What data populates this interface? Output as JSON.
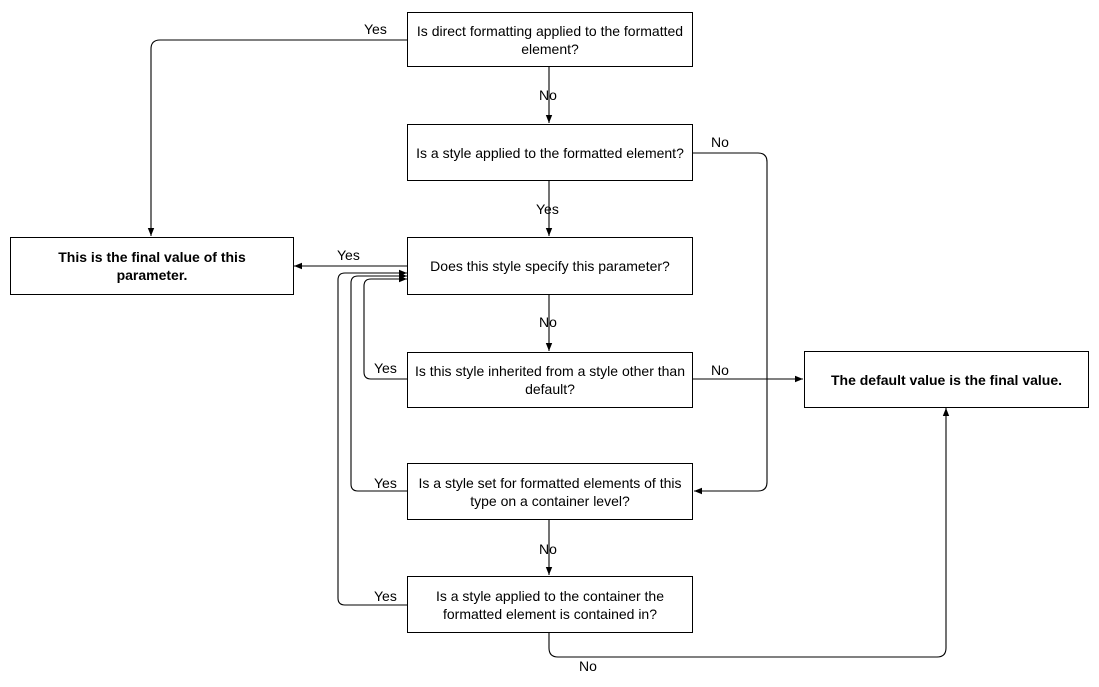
{
  "nodes": {
    "q_direct": "Is direct formatting applied to the formatted element?",
    "q_style_applied": "Is a style applied to the formatted element?",
    "q_specify": "Does this style specify this parameter?",
    "q_inherited": "Is this style inherited from a style other than default?",
    "q_container_type": "Is a style set for formatted elements of this type on a container level?",
    "q_container_style": "Is a style applied to the container the formatted element is contained in?",
    "final_value": "This is the final value of this parameter.",
    "default_value": "The default value is the final value."
  },
  "edges": {
    "direct_yes": "Yes",
    "direct_no": "No",
    "style_applied_no": "No",
    "style_applied_yes": "Yes",
    "specify_yes": "Yes",
    "specify_no": "No",
    "inherited_yes": "Yes",
    "inherited_no": "No",
    "container_type_yes": "Yes",
    "container_type_no": "No",
    "container_style_yes": "Yes",
    "container_style_no": "No"
  }
}
